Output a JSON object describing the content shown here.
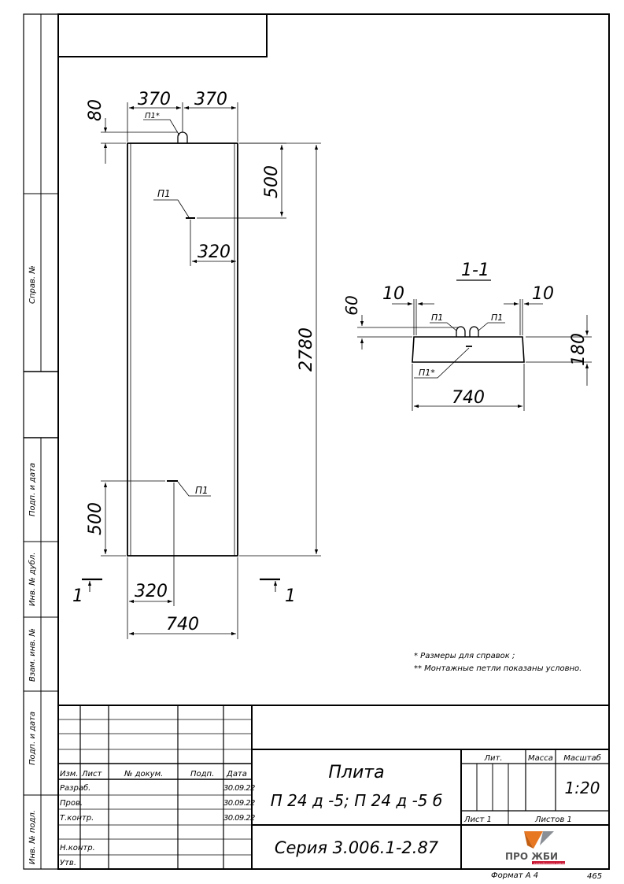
{
  "side_stamp": {
    "sprav_no": "Справ. №",
    "podp_data_1": "Подп. и дата",
    "inv_dubl": "Инв. № дубл.",
    "vzam_inv": "Взам. инв. №",
    "podp_data_2": "Подп. и дата",
    "inv_podl": "Инв. № подл."
  },
  "plan": {
    "dim_80": "80",
    "dim_370_left": "370",
    "dim_370_right": "370",
    "dim_500_top": "500",
    "dim_320_top": "320",
    "dim_2780": "2780",
    "dim_500_bottom": "500",
    "dim_320_bottom": "320",
    "dim_740": "740",
    "label_p1_star": "П1*",
    "label_p1_top": "П1",
    "label_p1_bottom": "П1",
    "section_mark_left": "1",
    "section_mark_right": "1"
  },
  "section": {
    "title": "1-1",
    "dim_10_left": "10",
    "dim_10_right": "10",
    "dim_60": "60",
    "dim_180": "180",
    "dim_740": "740",
    "label_p1_left": "П1",
    "label_p1_right": "П1",
    "label_p1_star": "П1*"
  },
  "notes": {
    "note1": "* Размеры для справок ;",
    "note2": "** Монтажные петли показаны условно."
  },
  "title_block": {
    "col_izm": "Изм.",
    "col_list": "Лист",
    "col_dokum": "№ докум.",
    "col_podp": "Подп.",
    "col_data": "Дата",
    "row_razrab": "Разраб.",
    "row_prov": "Пров.",
    "row_tkontr": "Т.контр.",
    "row_nkontr": "Н.контр.",
    "row_utv": "Утв.",
    "date1": "30.09.22",
    "date2": "30.09.22",
    "date3": "30.09.22",
    "name_line1": "Плита",
    "name_line2": "П 24 д -5; П 24 д -5 б",
    "series": "Серия  3.006.1-2.87",
    "lit": "Лит.",
    "massa": "Масса",
    "masshtab": "Масштаб",
    "scale": "1:20",
    "list": "Лист  1",
    "listov": "Листов  1",
    "logo_text": "ПРО ЖБИ",
    "logo_sub": "железобетонные изделия",
    "format": "Формат А 4",
    "page_no": "465"
  },
  "colors": {
    "logo_orange": "#e87722",
    "logo_gray": "#8a8f96",
    "logo_red": "#c8102e"
  }
}
